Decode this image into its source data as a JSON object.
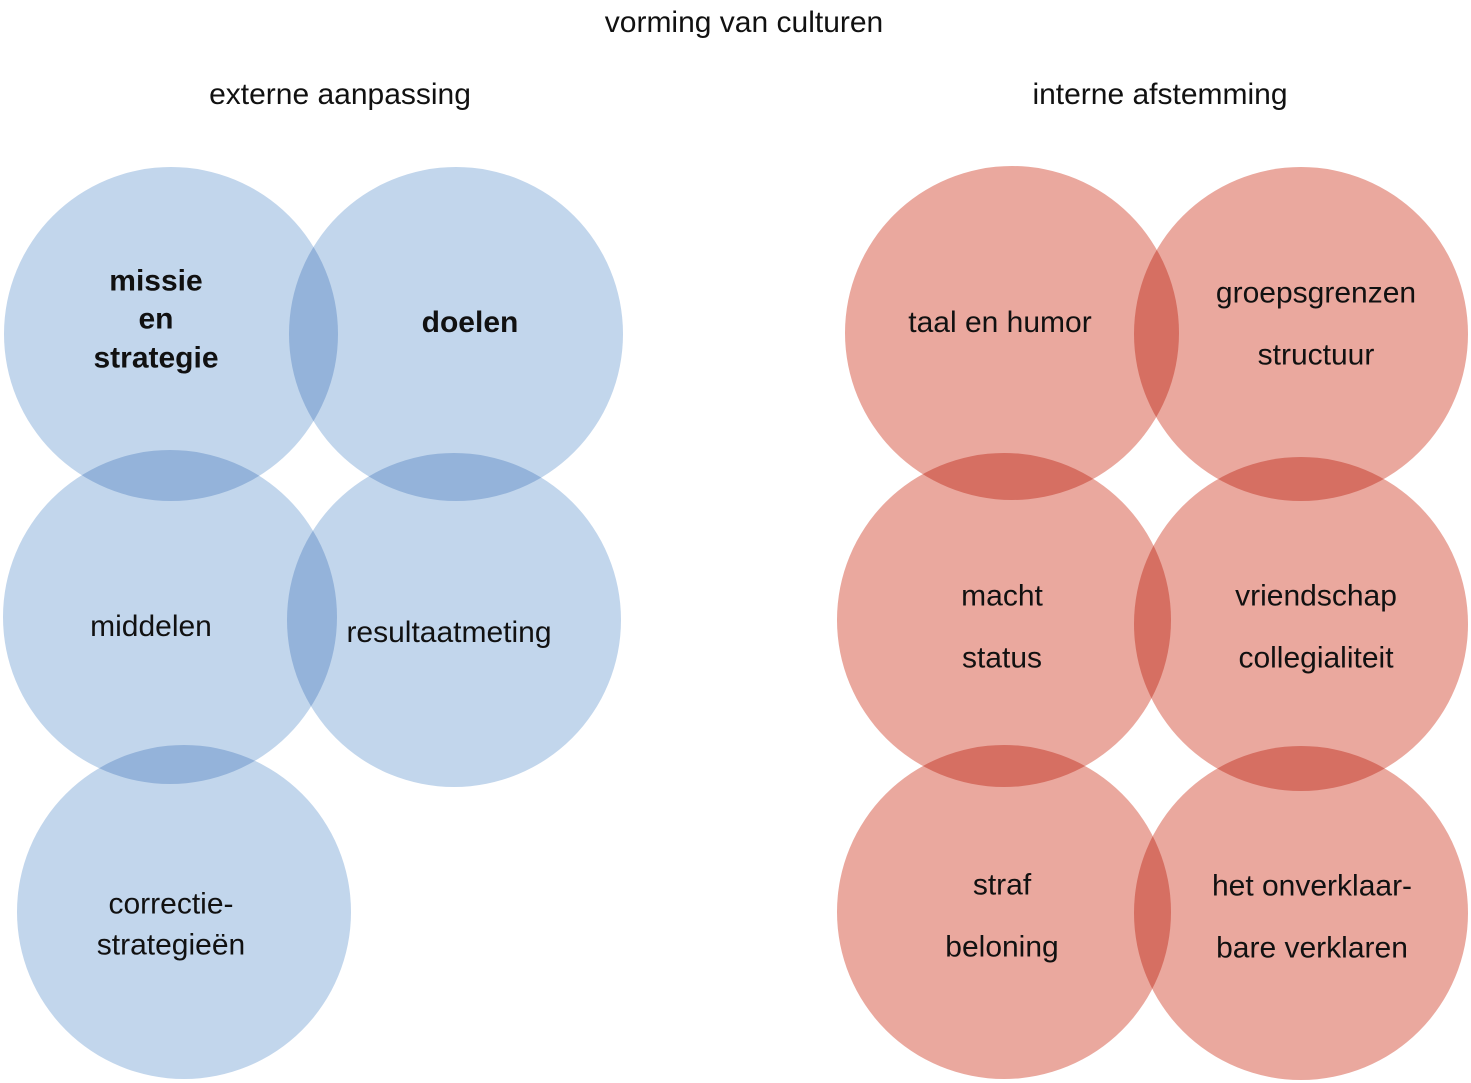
{
  "colors": {
    "background": "#ffffff",
    "text": "#111111",
    "blue-circle": "#c2d6ec",
    "blue-overlap": "#95b8dd",
    "red-circle": "#eaa89e",
    "red-overlap": "#d8715e"
  },
  "title": "vorming van culturen",
  "groups": {
    "external": {
      "header": "externe aanpassing",
      "circles": [
        {
          "lines": [
            "missie",
            "en",
            "strategie"
          ],
          "emphasis": true
        },
        {
          "lines": [
            "doelen"
          ],
          "emphasis": true
        },
        {
          "lines": [
            "middelen"
          ],
          "emphasis": false
        },
        {
          "lines": [
            "resultaatmeting"
          ],
          "emphasis": false
        },
        {
          "lines": [
            "correctie-",
            "strategieën"
          ],
          "emphasis": false
        }
      ]
    },
    "internal": {
      "header": "interne afstemming",
      "circles": [
        {
          "lines": [
            "taal en humor"
          ],
          "emphasis": false
        },
        {
          "lines": [
            "groepsgrenzen",
            "structuur"
          ],
          "emphasis": false
        },
        {
          "lines": [
            "macht",
            "status"
          ],
          "emphasis": false
        },
        {
          "lines": [
            "vriendschap",
            "collegialiteit"
          ],
          "emphasis": false
        },
        {
          "lines": [
            "straf",
            "beloning"
          ],
          "emphasis": false
        },
        {
          "lines": [
            "het onverklaar-",
            "bare verklaren"
          ],
          "emphasis": false
        }
      ]
    }
  }
}
